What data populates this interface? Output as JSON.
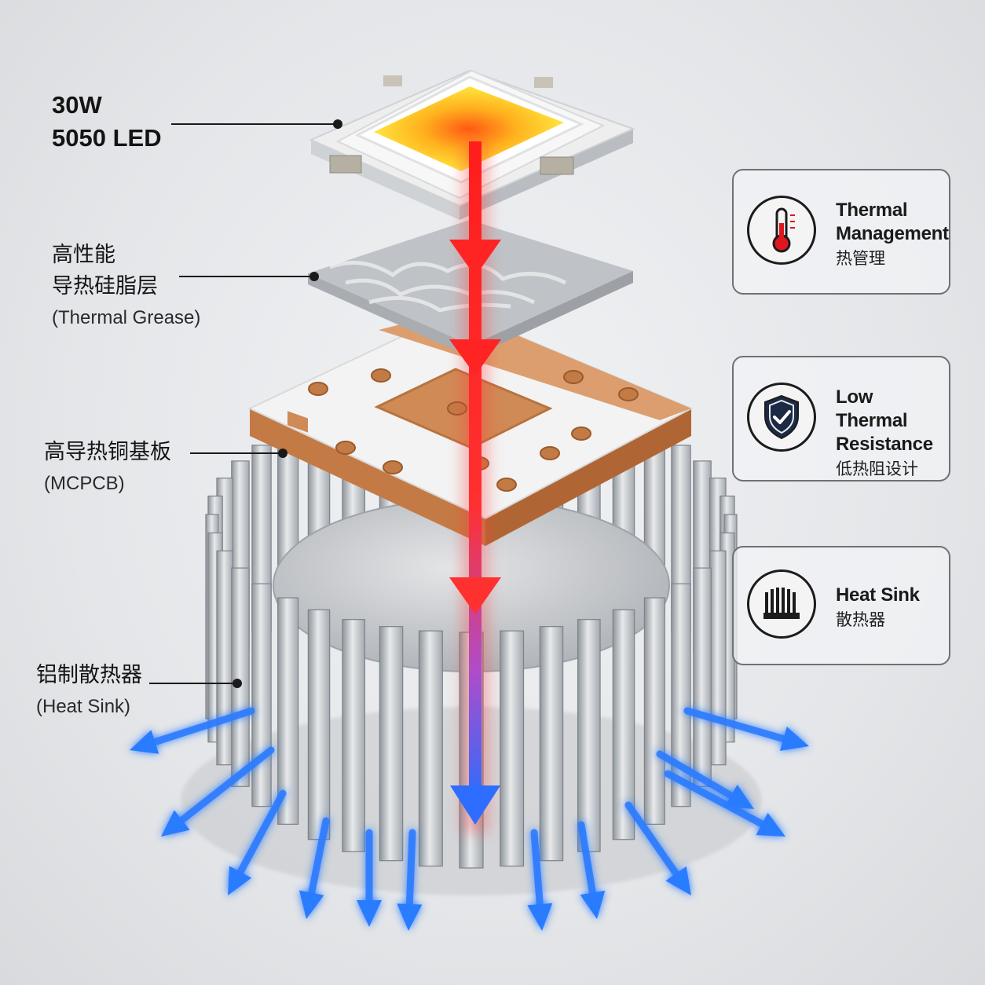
{
  "labels": {
    "led_line1": "30W",
    "led_line2": "5050 LED",
    "grease_line1": "高性能",
    "grease_line2": "导热硅脂层",
    "grease_sub": "(Thermal Grease)",
    "pcb_line1": "高导热铜基板",
    "pcb_sub": "(MCPCB)",
    "sink_line1": "铝制散热器",
    "sink_sub": "(Heat Sink)"
  },
  "cards": {
    "thermal": {
      "en_1": "Thermal",
      "en_2": "Management",
      "zh": "热管理",
      "icon": "thermometer-icon"
    },
    "resistance": {
      "en_1": "Low Thermal",
      "en_2": "Resistance",
      "zh": "低热阻设计",
      "icon": "shield-check-icon"
    },
    "sink": {
      "en_1": "Heat Sink",
      "zh": "散热器",
      "icon": "heat-sink-icon"
    }
  },
  "colors": {
    "heat_arrow": "#ff2a2a",
    "cool_arrow": "#2b7cff",
    "copper": "#c9804c",
    "led_yellow": "#ffe23a",
    "thermometer": "#e0161e",
    "shield": "#1d2a44"
  }
}
